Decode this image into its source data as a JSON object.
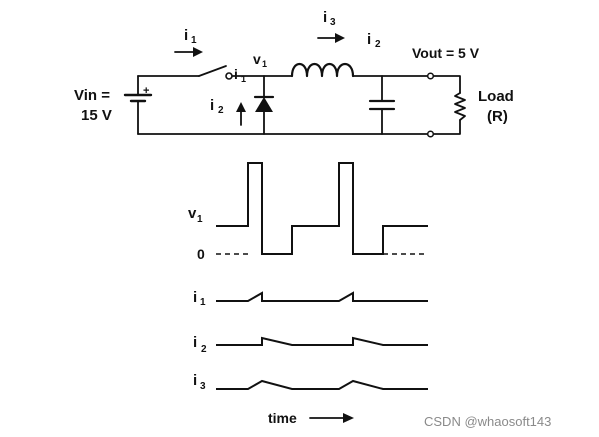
{
  "circuit": {
    "vin_line1": "Vin =",
    "vin_line2": "15 V",
    "i1": "i",
    "i1_sub": "1",
    "i1_node": "i",
    "i1_node_sub": "1",
    "v1": "v",
    "v1_sub": "1",
    "i2_diode": "i",
    "i2_diode_sub": "2",
    "i3": "i",
    "i3_sub": "3",
    "i2_out": "i",
    "i2_out_sub": "2",
    "vout": "Vout  = 5 V",
    "load_line1": "Load",
    "load_line2": "(R)",
    "battery_plus": "+"
  },
  "waveforms": {
    "v1": "v",
    "v1_sub": "1",
    "zero": "0",
    "i1": "i",
    "i1_sub": "1",
    "i2": "i",
    "i2_sub": "2",
    "i3": "i",
    "i3_sub": "3",
    "time": "time"
  },
  "watermark": "CSDN @whaosoft143",
  "colors": {
    "ink": "#111111",
    "watermark": "#8a8a8a",
    "background": "#ffffff"
  },
  "icons": [
    "battery-symbol",
    "switch-symbol",
    "diode-symbol",
    "inductor-symbol",
    "capacitor-symbol",
    "resistor-symbol",
    "arrow-right-icon",
    "arrow-up-icon"
  ]
}
